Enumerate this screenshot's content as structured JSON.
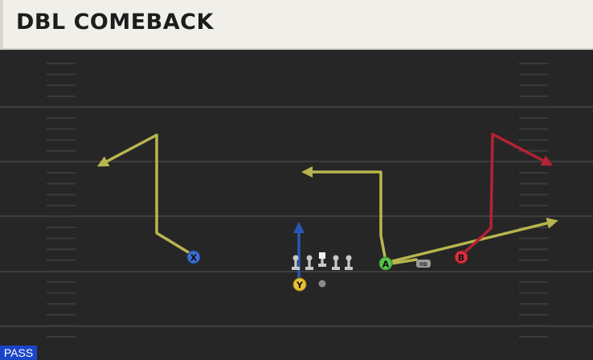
{
  "header": {
    "title": "DBL COMEBACK"
  },
  "badge": {
    "play_type": "PASS"
  },
  "players": {
    "X": "X",
    "Y": "Y",
    "A": "A",
    "B": "B",
    "RB": "RB"
  },
  "colors": {
    "field": "#262626",
    "yard_line": "#3e3e3e",
    "route_yellow": "#b8b54f",
    "route_blue": "#2a56b4",
    "route_red": "#b52234",
    "player_x": "#3a6fd0",
    "player_y": "#e9c233",
    "player_a": "#5cc24a",
    "player_b": "#d9323e",
    "badge": "#1b45c9"
  },
  "icons": {
    "linemen": "offensive-lineman-icon",
    "center": "center-lineman-icon",
    "ball": "football-icon",
    "rb": "running-back-icon"
  }
}
